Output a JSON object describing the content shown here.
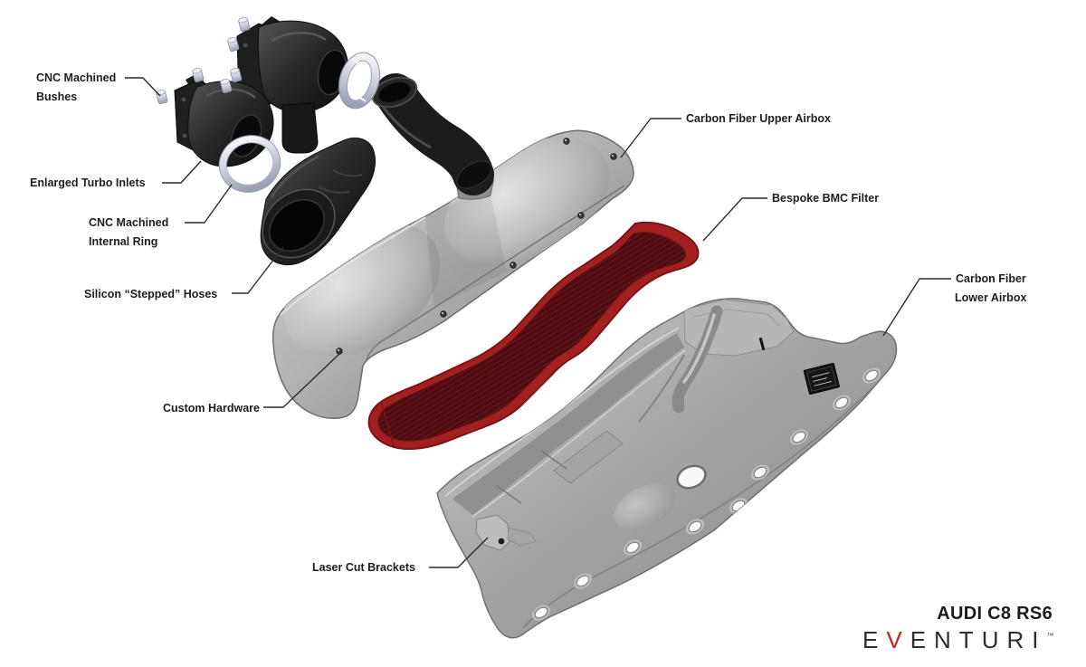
{
  "callouts": {
    "cnc_bushes": {
      "line1": "CNC Machined",
      "line2": "Bushes"
    },
    "turbo_inlets": {
      "text": "Enlarged Turbo Inlets"
    },
    "internal_ring": {
      "line1": "CNC Machined",
      "line2": "Internal Ring"
    },
    "stepped_hoses": {
      "text": "Silicon “Stepped” Hoses"
    },
    "custom_hardware": {
      "text": "Custom Hardware"
    },
    "laser_brackets": {
      "text": "Laser Cut Brackets"
    },
    "upper_airbox": {
      "text": "Carbon Fiber Upper Airbox"
    },
    "bmc_filter": {
      "text": "Bespoke BMC Filter"
    },
    "lower_airbox": {
      "line1": "Carbon Fiber",
      "line2": "Lower Airbox"
    }
  },
  "footer": {
    "model": "AUDI C8 RS6",
    "brand_e": "E",
    "brand_v": "V",
    "brand_rest": "ENTURI",
    "brand_tm": "™"
  },
  "colors": {
    "filter_border_red": "#a32020",
    "filter_mesh_maroon": "#4a0d10",
    "brand_red": "#c9201f",
    "label_text": "#1d1d1d",
    "airbox_gray": "#a0a0a0",
    "part_black": "#1a1a1a",
    "machined_silver": "#c8ccd9",
    "background": "#ffffff"
  }
}
